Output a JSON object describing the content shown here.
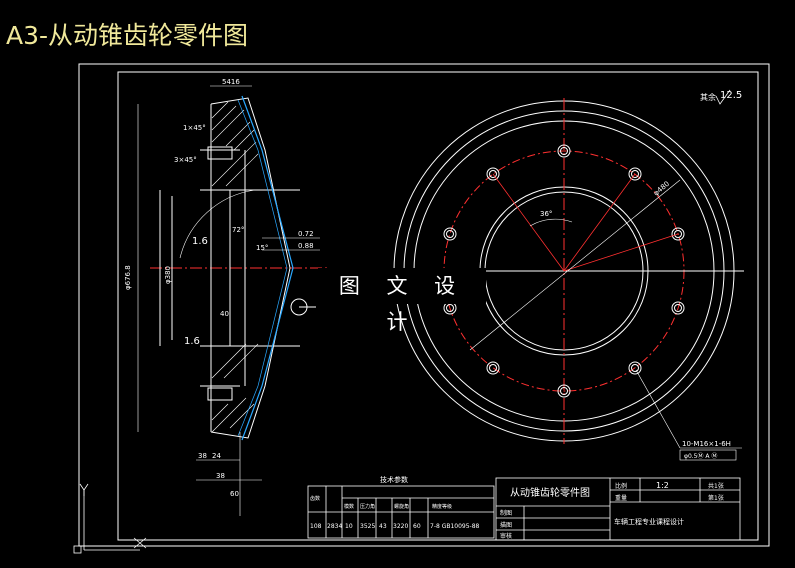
{
  "title": "A3-从动锥齿轮零件图",
  "watermark": "图 文 设 计",
  "colors": {
    "background": "#000000",
    "outline": "#ffffff",
    "centerline": "#ff3030",
    "surface": "#2aa8ff",
    "title": "#f0e89a",
    "dimension": "#ffffff"
  },
  "section_view": {
    "dims": {
      "top_width": "5416",
      "chamfer1": "1×45°",
      "chamfer2": "3×45°",
      "outer_dia": "φ676.8",
      "bore": "φ380",
      "angle1": "72°",
      "angle2": "15°",
      "tol1": "0.72",
      "tol2": "0.88",
      "bottom1": "38",
      "bottom2": "24",
      "bottom3": "38",
      "bottom4": "60",
      "inner_h": "40"
    },
    "roughness": [
      "1.6",
      "1.6"
    ]
  },
  "front_view": {
    "roughness_note": "其余",
    "roughness_value": "12.5",
    "angle": "36°",
    "pcd": "φ480",
    "hole_note": "10-M16×1-6H",
    "hole_note2": "φ0.5Ⓜ A Ⓜ"
  },
  "param_table": {
    "title": "技术参数",
    "headers": [
      "齿数",
      "模数",
      "压力角",
      "螺旋角",
      "精度等级"
    ],
    "values": [
      "108",
      "2834",
      "10",
      "3525",
      "43",
      "3220",
      "60",
      "7-8 GB10095-88"
    ]
  },
  "title_block": {
    "name": "从动锥齿轮零件图",
    "scale_label": "比例",
    "scale": "1:2",
    "sheets_total": "共1张",
    "weight_label": "重量",
    "sheet_no": "第1张",
    "designer_label": "制图",
    "checker_label": "描图",
    "reviewer_label": "审核",
    "org": "车辆工程专业课程设计"
  }
}
